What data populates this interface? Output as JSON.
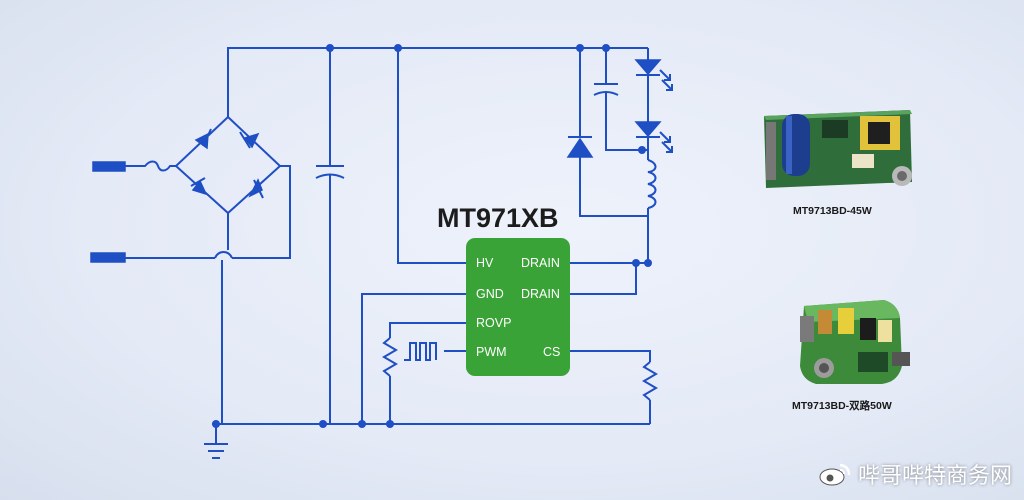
{
  "chip": {
    "title": "MT971XB",
    "pins": {
      "hv": "HV",
      "gnd": "GND",
      "rovp": "ROVP",
      "pwm": "PWM",
      "drain1": "DRAIN",
      "drain2": "DRAIN",
      "cs": "CS"
    }
  },
  "modules": [
    {
      "label": "MT9713BD-45W"
    },
    {
      "label": "MT9713BD-双路50W"
    }
  ],
  "watermark": {
    "text": "哔哥哔特商务网"
  },
  "colors": {
    "wire": "#1f4fc4",
    "chip": "#3aa337",
    "background": "#e6ecf7"
  }
}
